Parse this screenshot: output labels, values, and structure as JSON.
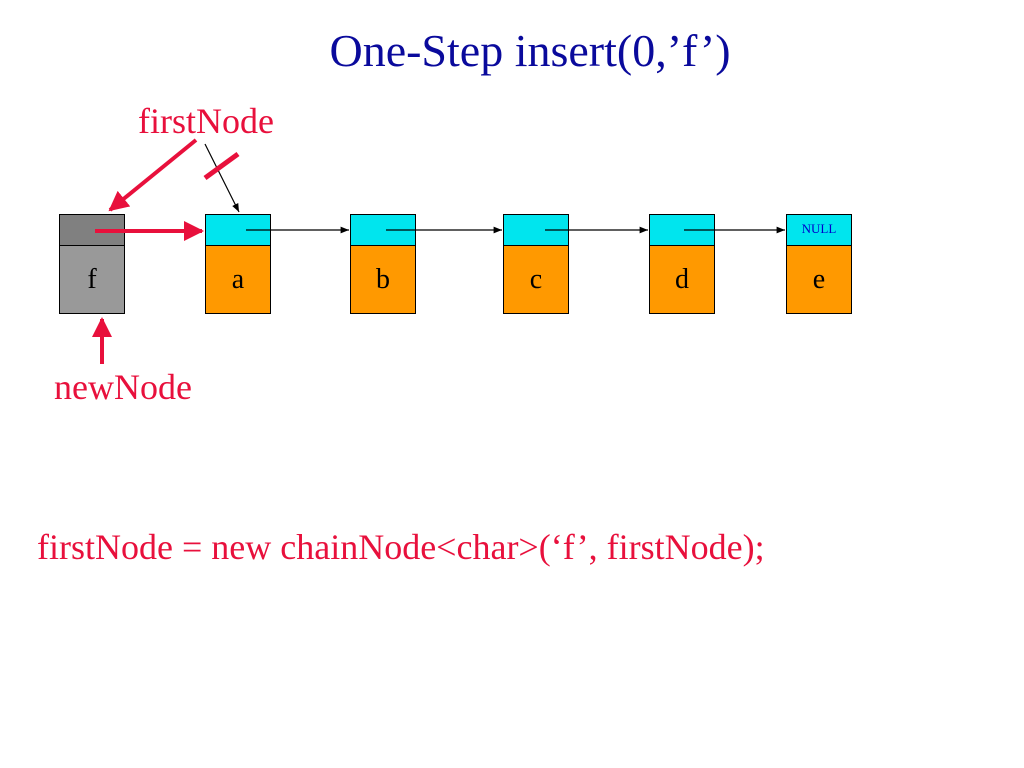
{
  "title": "One-Step insert(0,’f’)",
  "labels": {
    "first_node": "firstNode",
    "new_node": "newNode"
  },
  "code": "firstNode = new chainNode<char>(‘f’, firstNode);",
  "new_node": {
    "value": "f"
  },
  "chain": [
    {
      "value": "a",
      "next": ""
    },
    {
      "value": "b",
      "next": ""
    },
    {
      "value": "c",
      "next": ""
    },
    {
      "value": "d",
      "next": ""
    },
    {
      "value": "e",
      "next": "NULL"
    }
  ],
  "colors": {
    "title": "#0a0a9c",
    "accent": "#e8103c",
    "pointer_cell": "#00e5ee",
    "value_cell": "#ff9900",
    "new_pointer_cell": "#808080",
    "new_value_cell": "#999999",
    "null_text": "#0000cc"
  }
}
